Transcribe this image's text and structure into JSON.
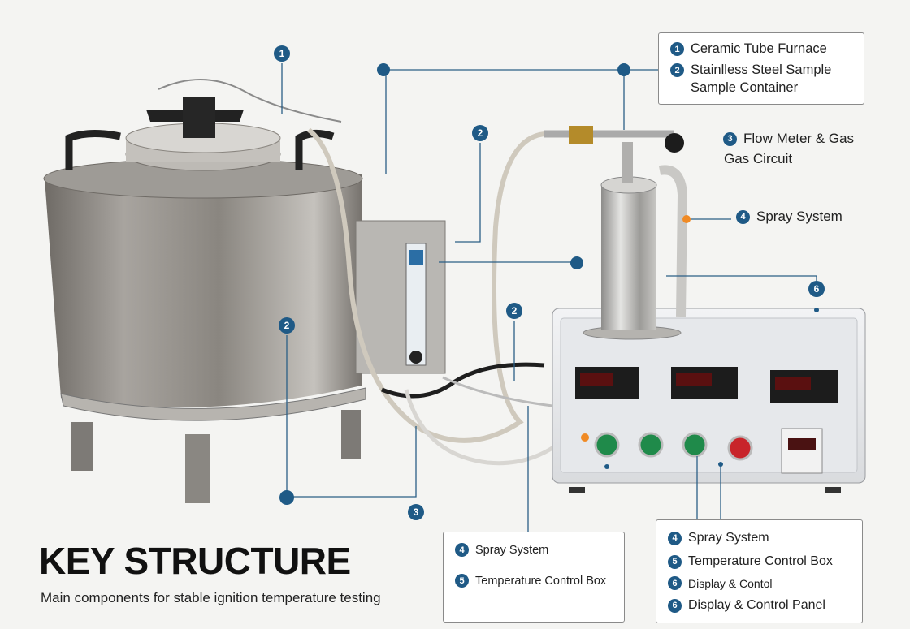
{
  "heading": {
    "title": "KEY STRUCTURE",
    "subtitle": "Main components for stable ignition temperature testing"
  },
  "markers": [
    "1",
    "2",
    "2",
    "2",
    "3",
    "6"
  ],
  "box_top_right": {
    "items": [
      {
        "num": "1",
        "label": "Ceramic Tube Furnace"
      },
      {
        "num": "2",
        "label": "Stainlless Steel Sample"
      },
      {
        "num": "",
        "label": "Sample Container"
      }
    ]
  },
  "free_labels": {
    "flow_meter": {
      "num": "3",
      "line1": "Flow Meter & Gas",
      "line2": "Gas Circuit"
    },
    "spray": {
      "num": "4",
      "label": "Spray System"
    }
  },
  "box_bottom_middle": {
    "items": [
      {
        "num": "4",
        "label": "Spray System"
      },
      {
        "num": "5",
        "label": "Temperature Control Box"
      }
    ]
  },
  "box_bottom_right": {
    "items": [
      {
        "num": "4",
        "label": "Spray System"
      },
      {
        "num": "5",
        "label": "Temperature Control Box"
      },
      {
        "num": "6",
        "label": "Display & Contol"
      },
      {
        "num": "6",
        "label": "Display & Control Panel"
      }
    ]
  },
  "colors": {
    "badge": "#1f5a86",
    "accent_orange": "#f08a24",
    "steel": "#8d8a86",
    "panel": "#e9ebee"
  }
}
